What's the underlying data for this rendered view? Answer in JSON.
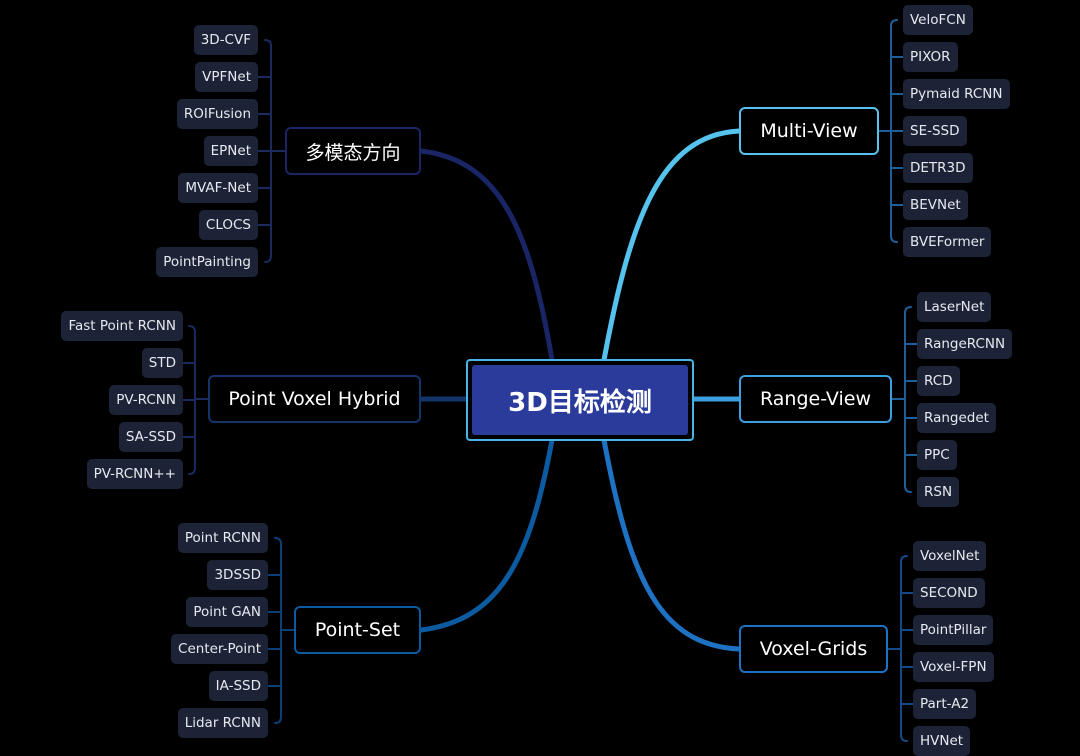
{
  "root": {
    "label": "3D目标检测"
  },
  "branches": {
    "multimodal": {
      "label": "多模态方向",
      "color": "#1a2566",
      "leaves": [
        "3D-CVF",
        "VPFNet",
        "ROIFusion",
        "EPNet",
        "MVAF-Net",
        "CLOCS",
        "PointPainting"
      ]
    },
    "hybrid": {
      "label": "Point Voxel Hybrid",
      "color": "#13346a",
      "leaves": [
        "Fast Point RCNN",
        "STD",
        "PV-RCNN",
        "SA-SSD",
        "PV-RCNN++"
      ]
    },
    "pointset": {
      "label": "Point-Set",
      "color": "#0c5aa0",
      "leaves": [
        "Point RCNN",
        "3DSSD",
        "Point GAN",
        "Center-Point",
        "IA-SSD",
        "Lidar RCNN"
      ]
    },
    "multiview": {
      "label": "Multi-View",
      "color": "#55c3ee",
      "leaves": [
        "VeloFCN",
        "PIXOR",
        "Pymaid RCNN",
        "SE-SSD",
        "DETR3D",
        "BEVNet",
        "BVEFormer"
      ]
    },
    "rangeview": {
      "label": "Range-View",
      "color": "#3d9fe0",
      "leaves": [
        "LaserNet",
        "RangeRCNN",
        "RCD",
        "Rangedet",
        "PPC",
        "RSN"
      ]
    },
    "voxelgrids": {
      "label": "Voxel-Grids",
      "color": "#1e72c4",
      "leaves": [
        "VoxelNet",
        "SECOND",
        "PointPillar",
        "Voxel-FPN",
        "Part-A2",
        "HVNet"
      ]
    }
  }
}
